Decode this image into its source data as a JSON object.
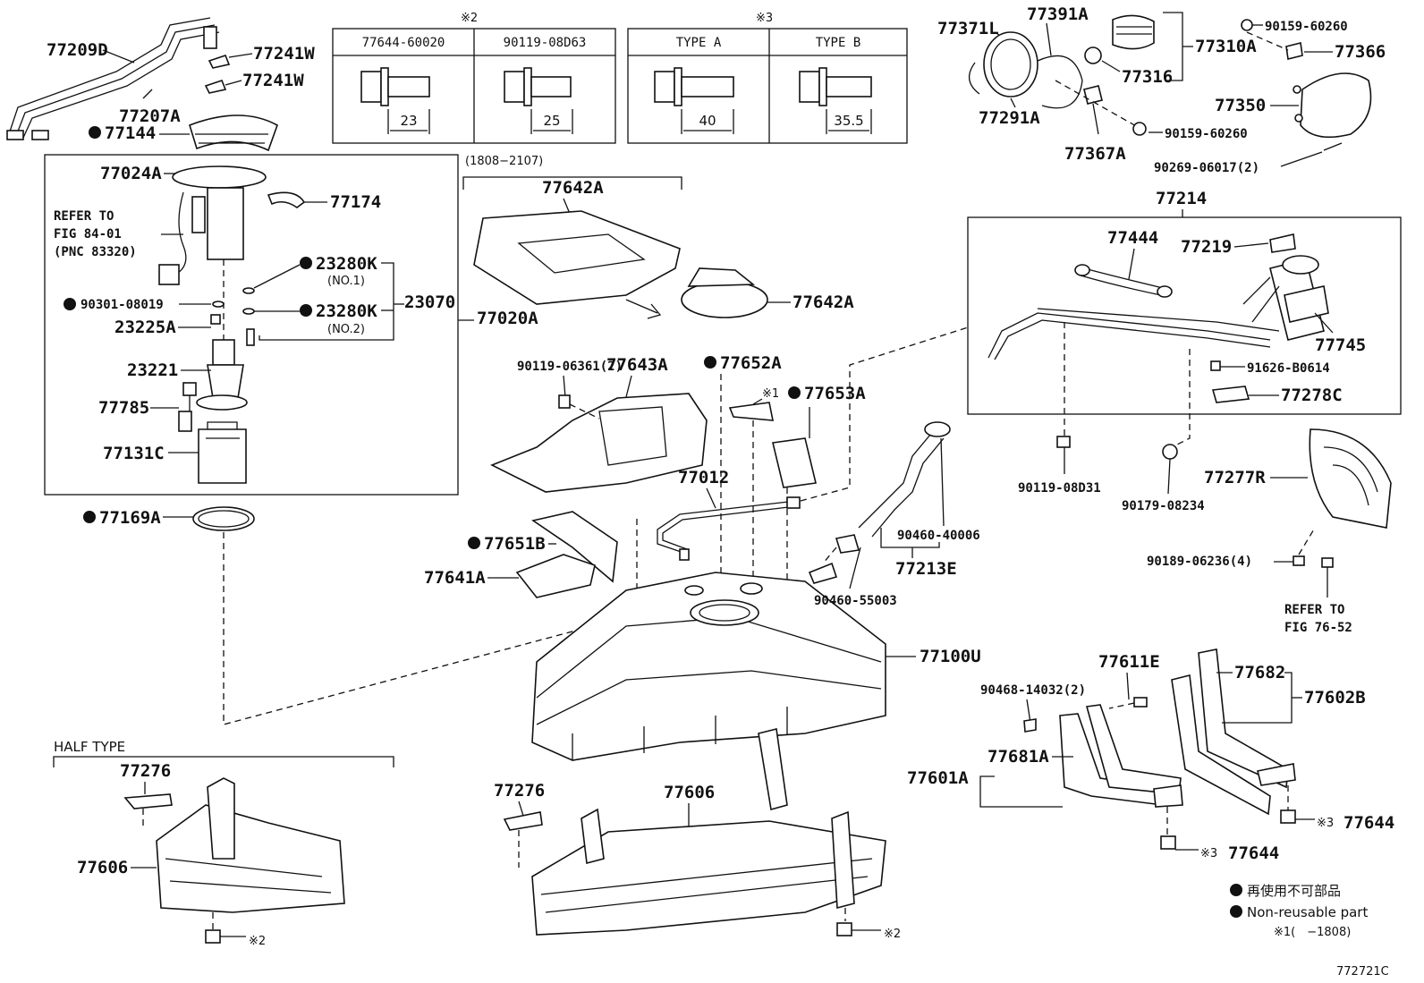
{
  "labels": {
    "p77209D": "77209D",
    "p77241W_a": "77241W",
    "p77241W_b": "77241W",
    "p77207A": "77207A",
    "p77144": "77144",
    "p77024A": "77024A",
    "p77174": "77174",
    "refer_fig84": [
      "REFER TO",
      "FIG 84-01",
      "(PNC 83320)"
    ],
    "p23280K_1": "23280K",
    "no1": "(NO.1)",
    "p90301": "90301-08019",
    "p23280K_2": "23280K",
    "no2": "(NO.2)",
    "p23070": "23070",
    "p23225A": "23225A",
    "p23221": "23221",
    "p77785": "77785",
    "p77131C": "77131C",
    "p77169A": "77169A",
    "p77020A": "77020A",
    "range_1808_2107": "(1808−2107)",
    "p77642A_a": "77642A",
    "p77642A_b": "77642A",
    "p90119_06361": "90119-06361(2)",
    "p77643A": "77643A",
    "p77652A": "77652A",
    "mark1": "※1",
    "p77653A": "77653A",
    "p77012": "77012",
    "p77651B": "77651B",
    "p77641A": "77641A",
    "p77100U": "77100U",
    "p90460_55003": "90460-55003",
    "p90460_40006": "90460-40006",
    "p77213E": "77213E",
    "p77371L": "77371L",
    "p77391A": "77391A",
    "p77310A": "77310A",
    "p77316": "77316",
    "p77291A": "77291A",
    "p77367A": "77367A",
    "p90159_60260_a": "90159-60260",
    "p90159_60260_b": "90159-60260",
    "p77366": "77366",
    "p77350": "77350",
    "p90269": "90269-06017(2)",
    "p77214": "77214",
    "p77444": "77444",
    "p77219": "77219",
    "p77745": "77745",
    "p91626": "91626-B0614",
    "p77278C": "77278C",
    "p90119_08D31": "90119-08D31",
    "p90179": "90179-08234",
    "p77277R": "77277R",
    "p90189": "90189-06236(4)",
    "refer_fig76": [
      "REFER TO",
      "FIG 76-52"
    ],
    "half_type": "HALF TYPE",
    "p77276_a": "77276",
    "p77606_a": "77606",
    "mark2_a": "※2",
    "p77276_b": "77276",
    "p77606_b": "77606",
    "mark2_b": "※2",
    "p77611E": "77611E",
    "p90468": "90468-14032(2)",
    "p77682": "77682",
    "p77602B": "77602B",
    "p77681A": "77681A",
    "p77601A": "77601A",
    "mark3_a": "※3",
    "p77644_a": "77644",
    "mark3_b": "※3",
    "p77644_b": "77644"
  },
  "tables": {
    "t1": {
      "mark": "※2",
      "cols": [
        {
          "header": "77644-60020",
          "length": "23"
        },
        {
          "header": "90119-08D63",
          "length": "25"
        }
      ]
    },
    "t2": {
      "mark": "※3",
      "cols": [
        {
          "header": "TYPE A",
          "length": "40"
        },
        {
          "header": "TYPE B",
          "length": "35.5"
        }
      ]
    }
  },
  "legend": {
    "jp": "再使用不可部品",
    "en": "Non-reusable part",
    "range": "※1(　−1808)"
  },
  "figure_id": "772721C"
}
